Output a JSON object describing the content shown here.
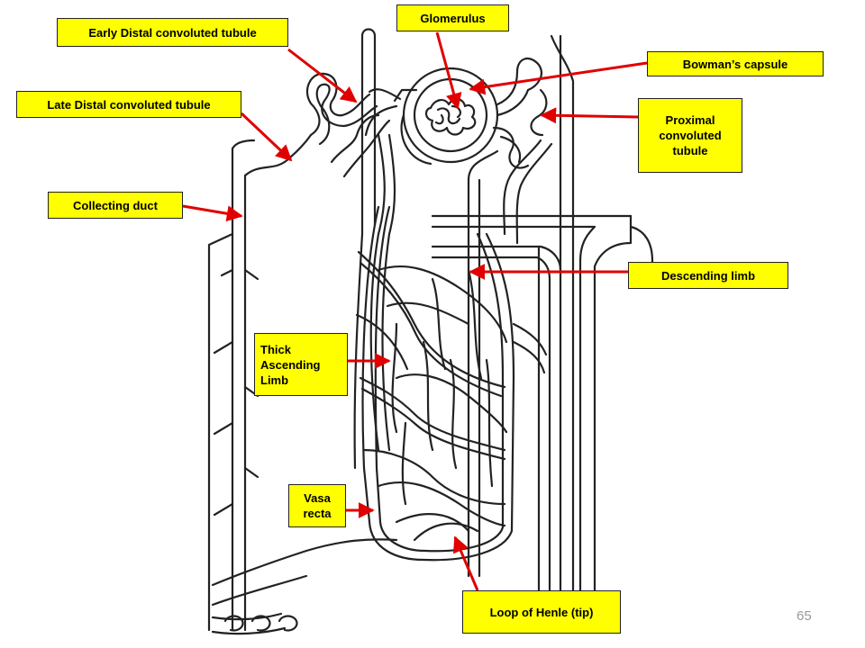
{
  "labels": {
    "glomerulus": "Glomerulus",
    "early_dct": "Early Distal convoluted tubule",
    "bowmans_capsule": "Bowman’s capsule",
    "late_dct": "Late Distal convoluted tubule",
    "proximal_tubule": "Proximal\nconvoluted\ntubule",
    "collecting_duct": "Collecting duct",
    "descending_limb": "Descending limb",
    "thick_ascending_limb": "Thick\nAscending\nLimb",
    "vasa_recta": "Vasa\nrecta",
    "loop_of_henle_tip": "Loop of Henle (tip)"
  },
  "page_number": "65",
  "colors": {
    "label_fill": "#ffff00",
    "arrow": "#e00000",
    "line": "#222222"
  }
}
